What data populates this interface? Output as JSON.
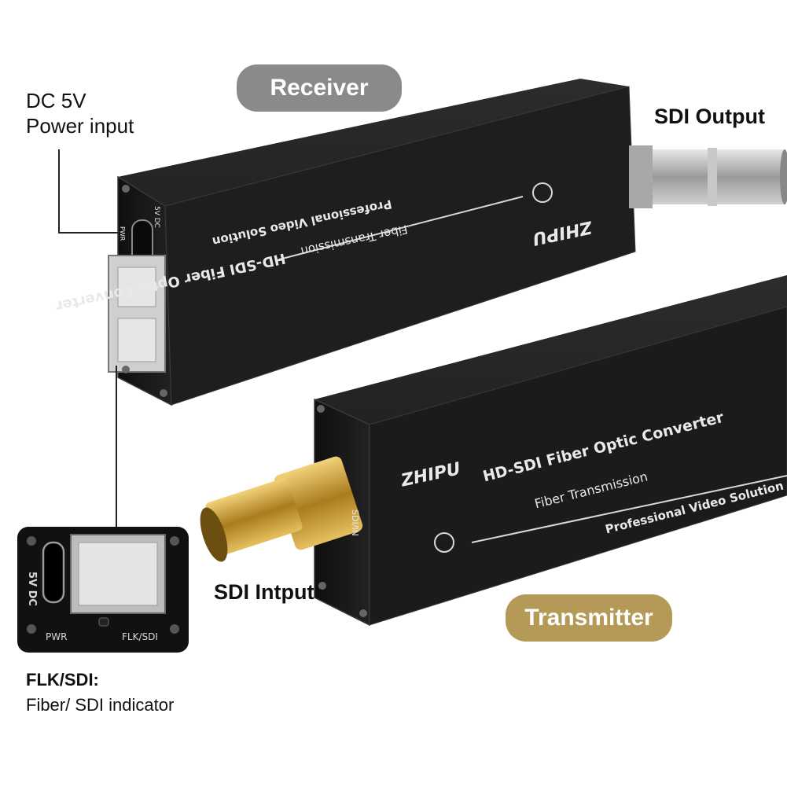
{
  "labels": {
    "receiver": "Receiver",
    "transmitter": "Transmitter",
    "dc_line1": "DC 5V",
    "dc_line2": "Power input",
    "sdi_output": "SDI Output",
    "sdi_input": "SDI Intput",
    "flk_title": "FLK/SDI:",
    "flk_desc": "Fiber/ SDI indicator"
  },
  "device_print": {
    "brand": "ZHIPU",
    "product": "HD-SDI Fiber Optic Converter",
    "subtitle": "Fiber Transmission",
    "tagline": "Professional Video Solution",
    "port_sdi": "SDI/IN",
    "port_power": "5V DC",
    "port_pwr": "PWR"
  },
  "inset": {
    "port_label": "5V DC",
    "pwr_label": "PWR",
    "flk_label": "FLK/SDI"
  },
  "colors": {
    "receiver_pill": "#8a8a8a",
    "transmitter_pill": "#b59a57",
    "device_body": "#1c1c1c",
    "connector_gold": "#c9a23a",
    "connector_silver": "#b8b8b8"
  }
}
